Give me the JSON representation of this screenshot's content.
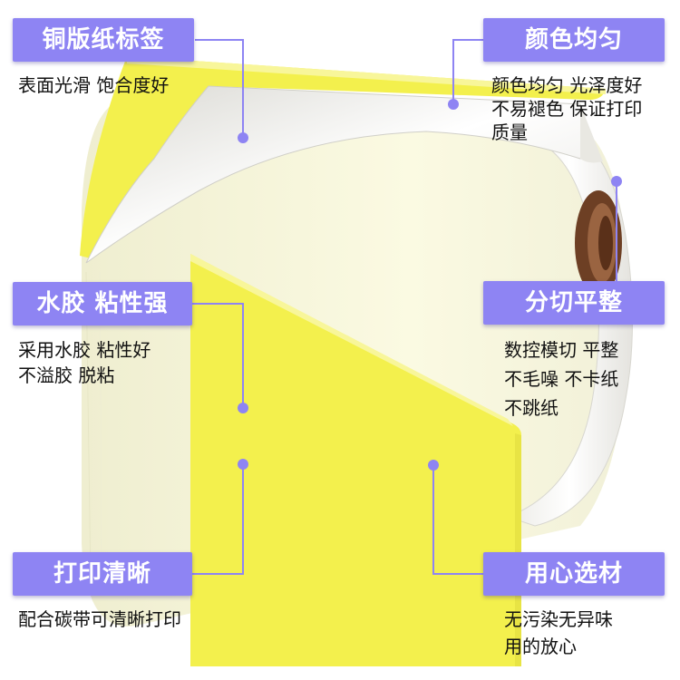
{
  "colors": {
    "badge": "#8e84f3",
    "label_yellow": "#f5f25a",
    "pale_yellow": "#f9f7cf",
    "liner_white": "#f3f2ef",
    "core_brown": "#7a4a2e",
    "connector": "#8e84f3"
  },
  "features": {
    "coated_paper": {
      "title": "铜版纸标签",
      "lines": [
        "表面光滑 饱合度好"
      ]
    },
    "color_uniform": {
      "title": "颜色均匀",
      "lines": [
        "颜色均匀 光泽度好",
        "不易褪色 保证打印",
        "质量"
      ]
    },
    "water_glue": {
      "title": "水胶 粘性强",
      "lines": [
        "采用水胶 粘性好",
        "不溢胶 脱粘"
      ]
    },
    "die_cut": {
      "title": "分切平整",
      "lines": [
        "数控模切 平整",
        "不毛噪  不卡纸",
        "不跳纸"
      ]
    },
    "clear_print": {
      "title": "打印清晰",
      "lines": [
        "配合碳带可清晰打印"
      ]
    },
    "material": {
      "title": "用心选材",
      "lines": [
        "无污染无异味",
        "用的放心"
      ]
    }
  }
}
